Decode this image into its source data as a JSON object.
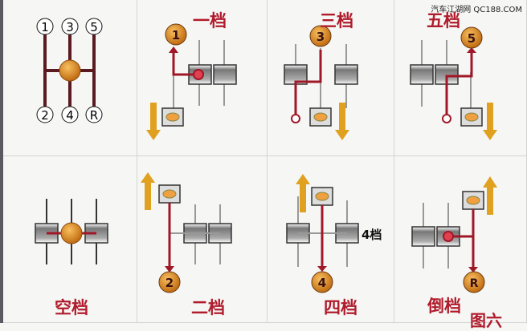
{
  "watermark": "汽车江湖网 QC188.COM",
  "shift_pattern": {
    "top": [
      "1",
      "3",
      "5"
    ],
    "bottom": [
      "2",
      "4",
      "R"
    ]
  },
  "panels": [
    {
      "id": "first",
      "label": "一档",
      "gear": "1"
    },
    {
      "id": "third",
      "label": "三档",
      "gear": "3"
    },
    {
      "id": "fifth",
      "label": "五档",
      "gear": "5"
    },
    {
      "id": "neutral",
      "label": "空档",
      "gear": ""
    },
    {
      "id": "second",
      "label": "二档",
      "gear": "2"
    },
    {
      "id": "fourth",
      "label": "四档",
      "gear": "4",
      "side_label": "4档"
    },
    {
      "id": "reverse",
      "label": "倒档",
      "gear": "R"
    }
  ],
  "corner_text": "图六",
  "colors": {
    "accent": "#b01c2c",
    "knob": "#e08a1e",
    "arrow": "#e0a020",
    "rod": "#6a1a22"
  }
}
